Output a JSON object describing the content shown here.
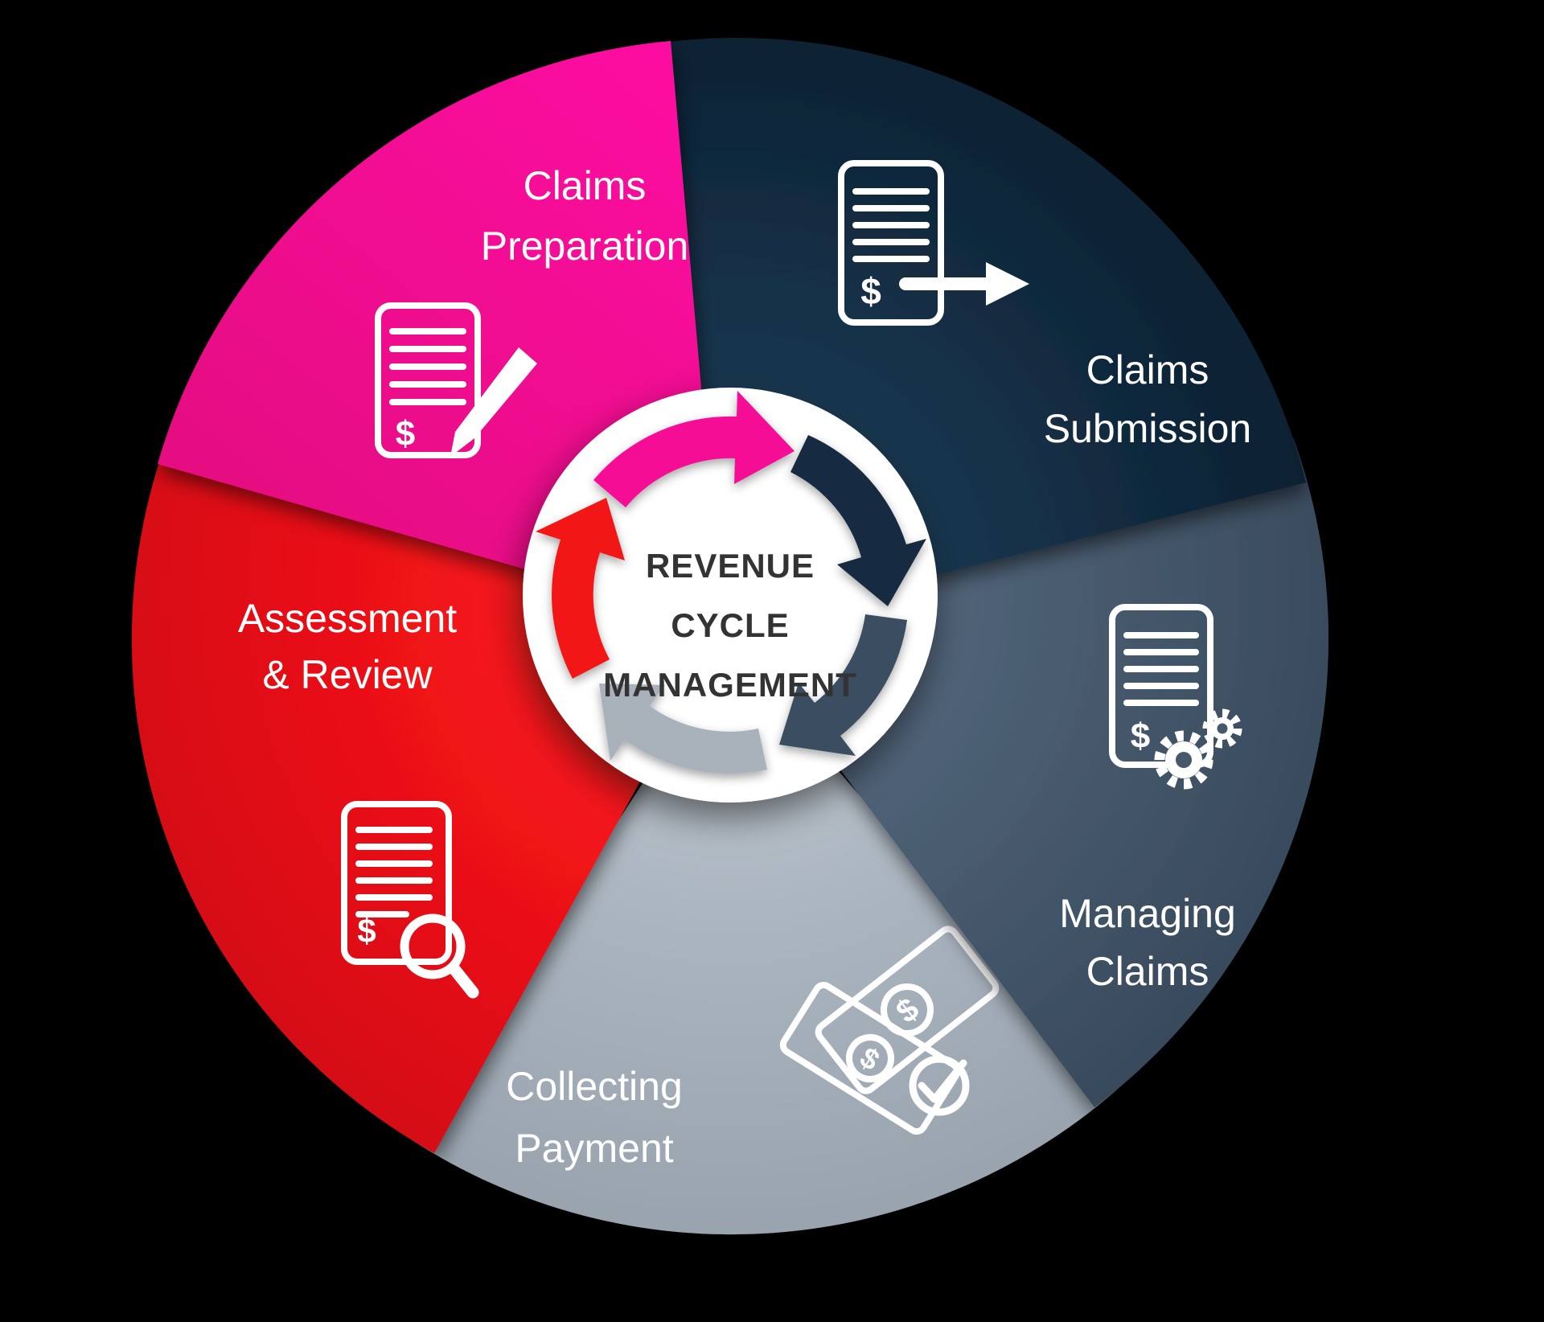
{
  "background_color": "#000000",
  "center": {
    "line1": "REVENUE",
    "line2": "CYCLE",
    "line3": "MANAGEMENT",
    "text_color": "#333333",
    "disc_color": "#FFFFFF"
  },
  "segments": [
    {
      "name": "Claims Preparation",
      "label_line1": "Claims",
      "label_line2": "Preparation",
      "color": "#F20D97",
      "arrow_color": "#F50D95",
      "icon": "document-pen-icon"
    },
    {
      "name": "Claims Submission",
      "label_line1": "Claims",
      "label_line2": "Submission",
      "color": "#102A3F",
      "arrow_color": "#132C42",
      "icon": "document-send-icon"
    },
    {
      "name": "Managing Claims",
      "label_line1": "Managing",
      "label_line2": "Claims",
      "color": "#46586C",
      "arrow_color": "#3A4D61",
      "icon": "document-gears-icon"
    },
    {
      "name": "Collecting Payment",
      "label_line1": "Collecting",
      "label_line2": "Payment",
      "color": "#A9B3BD",
      "arrow_color": "#A9B2BB",
      "icon": "banknotes-check-icon"
    },
    {
      "name": "Assessment & Review",
      "label_line1": "Assessment",
      "label_line2": "& Review",
      "color": "#EC1119",
      "arrow_color": "#F21417",
      "icon": "document-magnifier-icon"
    }
  ],
  "icons": {
    "dollar": "$"
  },
  "label_text_color": "#FFFFFF"
}
